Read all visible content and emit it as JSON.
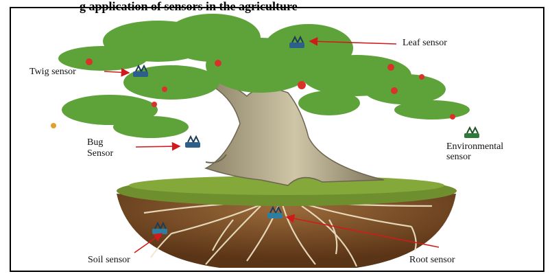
{
  "figure": {
    "title_fragment": "g  application  of  sensors  in  the  agriculture"
  },
  "labels": {
    "leaf": "Leaf sensor",
    "twig": "Twig sensor",
    "bug_line1": "Bug",
    "bug_line2": "Sensor",
    "env_line1": "Environmental",
    "env_line2": "sensor",
    "soil": "Soil sensor",
    "root": "Root sensor"
  },
  "colors": {
    "arrow": "#d11a1a",
    "sensor": "#2c5f8a",
    "env_sensor": "#2f7a3a",
    "foliage": "#5da33a",
    "trunk": "#b2a88a",
    "soil": "#7a4a22",
    "moss": "#6f8f2e"
  }
}
